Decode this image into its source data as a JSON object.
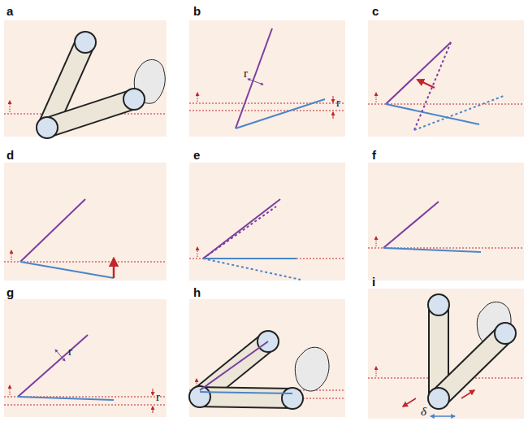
{
  "diagram": {
    "labels": [
      "a",
      "b",
      "r",
      "r",
      "c",
      "d",
      "e",
      "f",
      "g",
      "r",
      "r",
      "h",
      "i",
      "δ"
    ]
  }
}
